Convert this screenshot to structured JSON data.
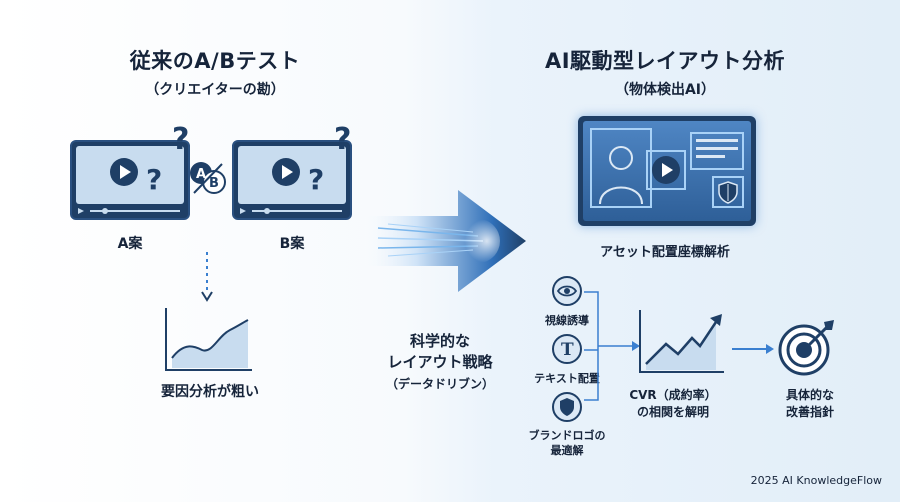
{
  "left": {
    "title": "従来のA/Bテスト",
    "subtitle": "（クリエイターの勘）",
    "video_a_label": "A案",
    "video_b_label": "B案",
    "ab_mark": "A/B",
    "question_mark": "?",
    "result_label": "要因分析が粗い"
  },
  "middle": {
    "line1": "科学的な",
    "line2": "レイアウト戦略",
    "line3": "（データドリブン）"
  },
  "right": {
    "title": "AI駆動型レイアウト分析",
    "subtitle": "（物体検出AI）",
    "asset_label": "アセット配置座標解析",
    "factors": [
      {
        "label": "視線誘導",
        "icon": "eye-icon"
      },
      {
        "label": "テキスト配置",
        "icon": "text-t-icon"
      },
      {
        "label_line1": "ブランドロゴの",
        "label_line2": "最適解",
        "icon": "shield-icon"
      }
    ],
    "cvr_line1": "CVR（成約率）",
    "cvr_line2": "の相関を解明",
    "result_line1": "具体的な",
    "result_line2": "改善指針"
  },
  "footer": "2025 AI KnowledgeFlow",
  "colors": {
    "navy": "#1f3f66",
    "light": "#c8dcef",
    "accent": "#3a7fd0"
  }
}
